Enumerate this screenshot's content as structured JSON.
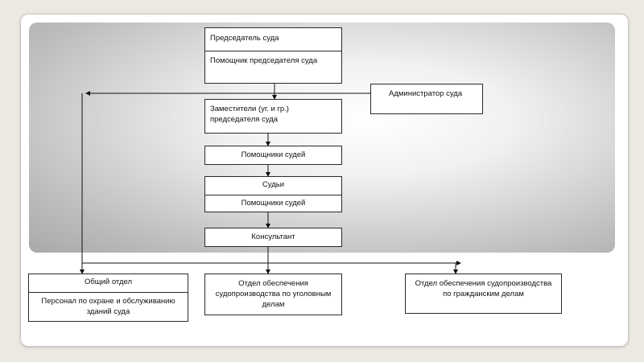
{
  "diagram": {
    "chairman": {
      "title": "Председатель суда",
      "assistant": "Помощник председателя суда"
    },
    "administrator": "Администратор суда",
    "deputies": "Заместители (уг. и гр.) председателя суда",
    "judge_assistants": "Помощники судей",
    "judges": {
      "title": "Судьи",
      "assistants": "Помощники судей"
    },
    "consultant": "Консультант",
    "general_department": {
      "title": "Общий отдел",
      "staff": "Персонал по охране и обслуживанию зданий суда"
    },
    "criminal_department": "Отдел обеспечения судопроизводства по уголовным делам",
    "civil_department": "Отдел обеспечения судопроизводства по гражданским делам"
  }
}
